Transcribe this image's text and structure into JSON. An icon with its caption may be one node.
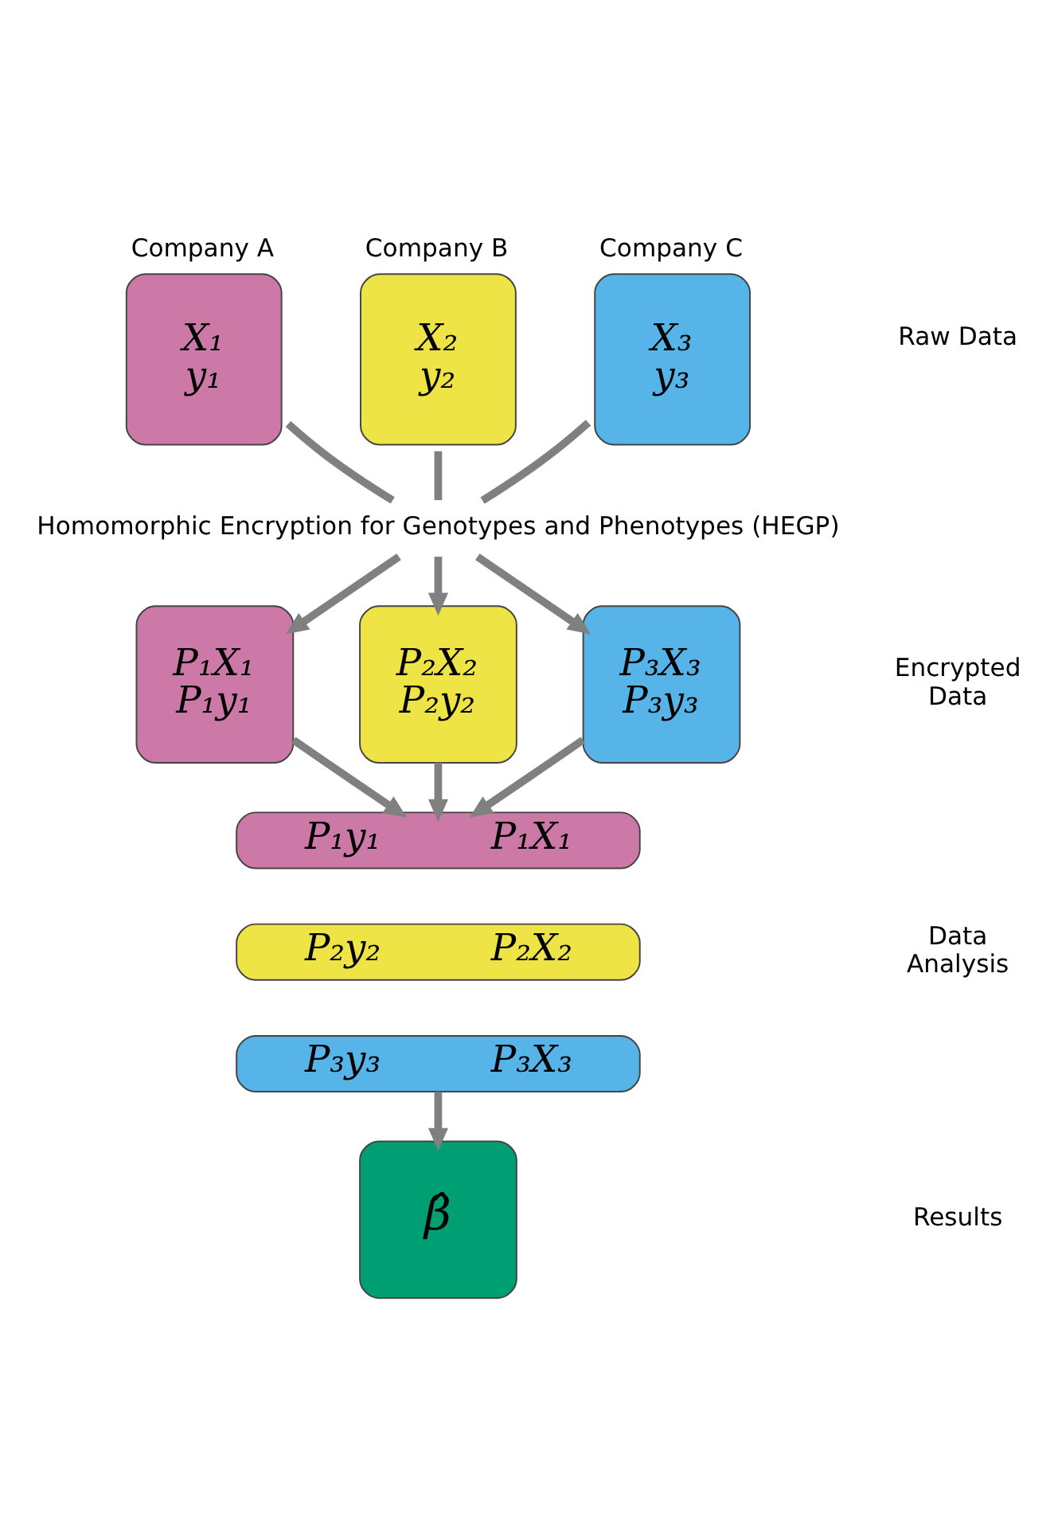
{
  "diagram": {
    "nodes": [
      {
        "text": [
          "Company A",
          "X₁ y₁"
        ]
      },
      {
        "text": [
          "Company B",
          "X₂ y₂"
        ]
      },
      {
        "text": [
          "Company C",
          "X₃ y₃"
        ]
      },
      {
        "text": [
          "Homomorphic Encryption for Genotypes and Phenotypes (HEGP)"
        ]
      },
      {
        "text": [
          "P₁X₁ P₁y₁"
        ]
      },
      {
        "text": [
          "P₂X₂ P₂y₂"
        ]
      },
      {
        "text": [
          "P₃X₃ P₃y₃"
        ]
      },
      {
        "text": [
          "P₁y₁",
          "P₁X₁"
        ]
      },
      {
        "text": [
          "P₂y₂",
          "P₂X₂"
        ]
      },
      {
        "text": [
          "P₃y₃",
          "P₃X₃"
        ]
      },
      {
        "text": [
          "β̂"
        ]
      }
    ],
    "edges": [
      {
        "from": 0,
        "to": 3,
        "arrow": "none"
      },
      {
        "from": 1,
        "to": 3,
        "arrow": "none"
      },
      {
        "from": 2,
        "to": 3,
        "arrow": "none"
      },
      {
        "from": 3,
        "to": 4,
        "arrow": "to"
      },
      {
        "from": 3,
        "to": 5,
        "arrow": "to"
      },
      {
        "from": 3,
        "to": 6,
        "arrow": "to"
      },
      {
        "from": 4,
        "to": 7,
        "arrow": "to"
      },
      {
        "from": 5,
        "to": 7,
        "arrow": "to"
      },
      {
        "from": 6,
        "to": 7,
        "arrow": "to"
      },
      {
        "from": 9,
        "to": 10,
        "arrow": "to"
      }
    ],
    "labels": [
      "Raw Data",
      "Encrypted Data",
      "Data Analysis",
      "Results"
    ]
  }
}
